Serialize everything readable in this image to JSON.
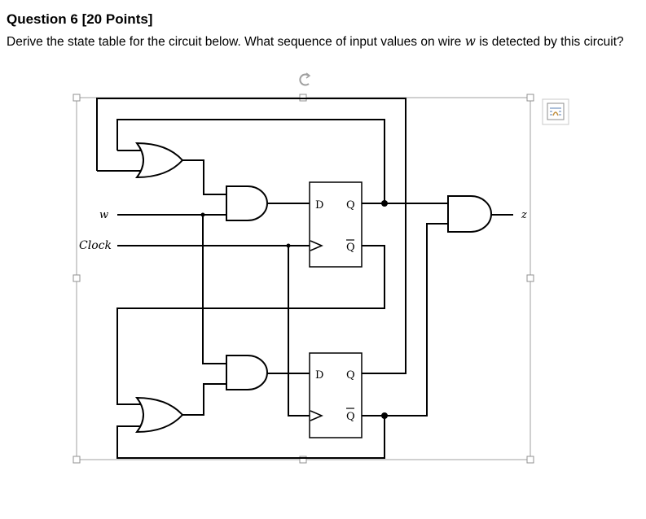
{
  "question": {
    "title": "Question 6 [20 Points]",
    "text_before": "Derive the state table for the circuit below. What sequence of input values on wire ",
    "variable": "w",
    "text_after": " is detected by this circuit?"
  },
  "circuit": {
    "inputs": {
      "w": "w",
      "clock": "Clock"
    },
    "output": "z",
    "flipflops": [
      {
        "d": "D",
        "q": "Q",
        "qbar": "Q"
      },
      {
        "d": "D",
        "q": "Q",
        "qbar": "Q"
      }
    ]
  },
  "colors": {
    "frame": "#a0a0a0",
    "handle": "#909090",
    "wire": "#000000"
  },
  "icons": [
    "rotate-handle-icon",
    "layout-options-icon"
  ]
}
